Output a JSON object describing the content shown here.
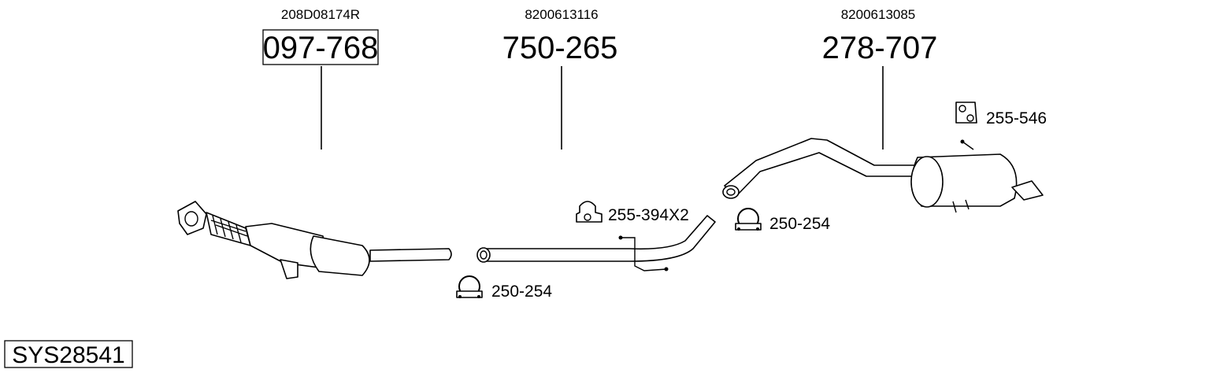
{
  "assemblies": [
    {
      "oe_number": "208D08174R",
      "part_number": "097-768",
      "boxed": true
    },
    {
      "oe_number": "8200613116",
      "part_number": "750-265",
      "boxed": false
    },
    {
      "oe_number": "8200613085",
      "part_number": "278-707",
      "boxed": false
    }
  ],
  "accessories": [
    {
      "label": "255-394X2",
      "icon": "rubber-hanger-icon"
    },
    {
      "label": "250-254",
      "icon": "pipe-clamp-icon"
    },
    {
      "label": "250-254",
      "icon": "pipe-clamp-icon"
    },
    {
      "label": "255-546",
      "icon": "rubber-mount-icon"
    }
  ],
  "system": {
    "code": "SYS28541"
  }
}
